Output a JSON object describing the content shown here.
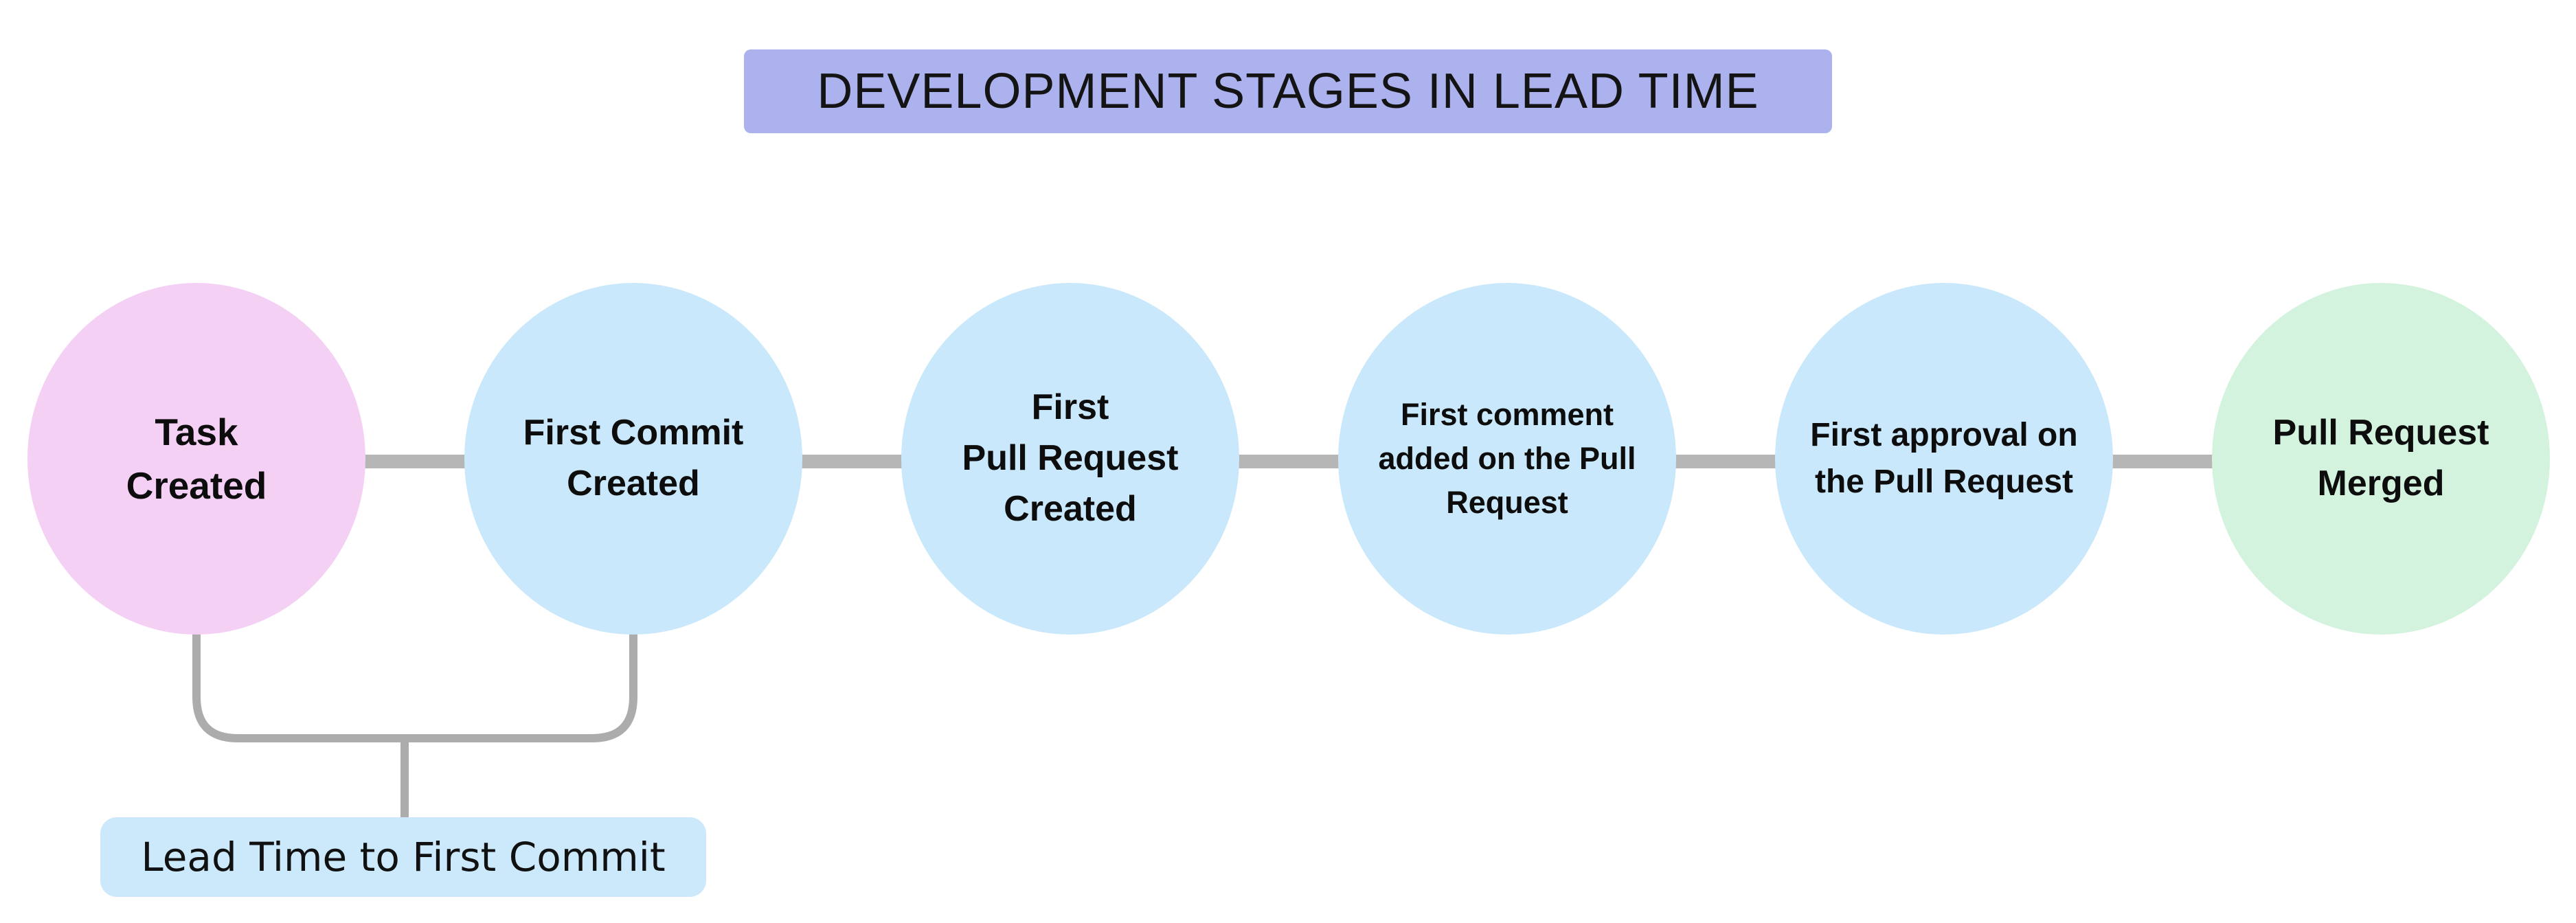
{
  "title": {
    "label": "DEVELOPMENT STAGES IN LEAD TIME",
    "bg_color": "#abb2ee"
  },
  "stages": [
    {
      "label": "Task\nCreated",
      "color": "#f5d0f5"
    },
    {
      "label": "First Commit\nCreated",
      "color": "#c9e8fb"
    },
    {
      "label": "First\nPull Request\nCreated",
      "color": "#c9e8fb"
    },
    {
      "label": "First comment\nadded on the Pull\nRequest",
      "color": "#c9e8fb"
    },
    {
      "label": "First approval on\nthe Pull Request",
      "color": "#c9e8fb"
    },
    {
      "label": "Pull Request\nMerged",
      "color": "#d4f3df"
    }
  ],
  "annotation": {
    "label": "Lead Time to First Commit",
    "bg_color": "#cbe9fb"
  },
  "colors": {
    "background": "#ffffff",
    "connector": "#b6b6b6",
    "bracket": "#acacac",
    "text": "#111111"
  }
}
